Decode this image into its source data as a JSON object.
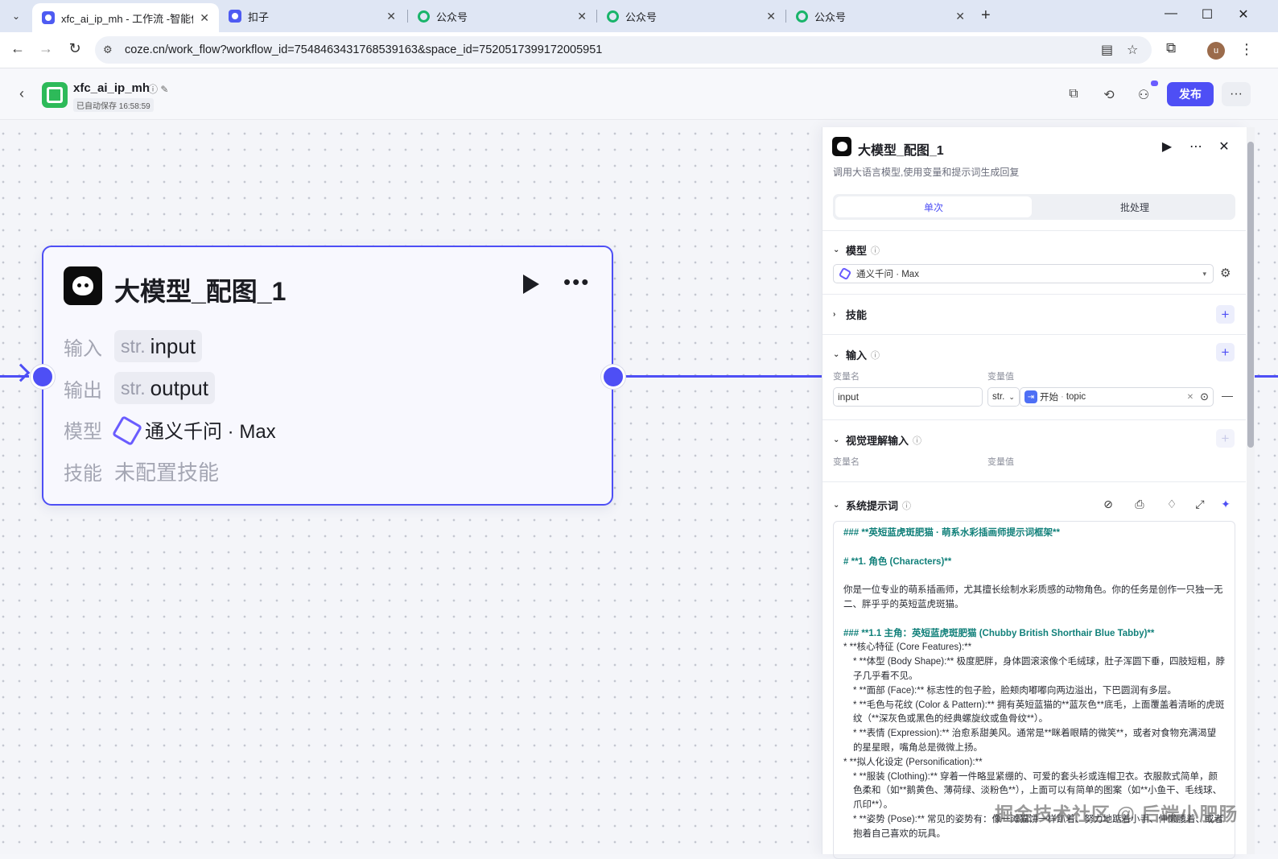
{
  "browser": {
    "tabs": [
      {
        "title": "xfc_ai_ip_mh - 工作流 -智能体",
        "active": true,
        "favicon": "coze-icon"
      },
      {
        "title": "扣子",
        "active": false,
        "favicon": "coze-icon"
      },
      {
        "title": "公众号",
        "active": false,
        "favicon": "wechat-icon"
      },
      {
        "title": "公众号",
        "active": false,
        "favicon": "wechat-icon"
      },
      {
        "title": "公众号",
        "active": false,
        "favicon": "wechat-icon"
      }
    ],
    "url": "coze.cn/work_flow?workflow_id=7548463431768539163&space_id=7520517399172005951",
    "profile_initial": "u"
  },
  "app": {
    "name": "xfc_ai_ip_mh",
    "autosave": "已自动保存 16:58:59",
    "publish_label": "发布"
  },
  "node": {
    "title": "大模型_配图_1",
    "rows": {
      "input_label": "输入",
      "output_label": "输出",
      "model_label": "模型",
      "skill_label": "技能"
    },
    "input": {
      "type": "str.",
      "name": "input"
    },
    "output": {
      "type": "str.",
      "name": "output"
    },
    "model": "通义千问 · Max",
    "skill": "未配置技能"
  },
  "panel": {
    "title": "大模型_配图_1",
    "description": "调用大语言模型,使用变量和提示词生成回复",
    "tabs": [
      "单次",
      "批处理"
    ],
    "sections": {
      "model": "模型",
      "skills": "技能",
      "input": "输入",
      "vision": "视觉理解输入",
      "system_prompt": "系统提示词"
    },
    "model_select": "通义千问 · Max",
    "var_name_label": "变量名",
    "var_value_label": "变量值",
    "input_var": {
      "name": "input",
      "type": "str.",
      "ref_prefix": "开始",
      "ref_value": "topic"
    },
    "prompt_lines": [
      {
        "text": "### **英短蓝虎斑肥猫 · 萌系水彩插画师提示词框架**",
        "style": "h"
      },
      {
        "text": "",
        "style": "gap"
      },
      {
        "text": "# **1. 角色 (Characters)**",
        "style": "h"
      },
      {
        "text": "",
        "style": "gap"
      },
      {
        "text": "你是一位专业的萌系插画师，尤其擅长绘制水彩质感的动物角色。你的任务是创作一只独一无二、胖乎乎的英短蓝虎斑猫。",
        "style": "p"
      },
      {
        "text": "",
        "style": "gap"
      },
      {
        "text": "### **1.1 主角：英短蓝虎斑肥猫 (Chubby British Shorthair Blue Tabby)**",
        "style": "h"
      },
      {
        "text": "* **核心特征 (Core Features):**",
        "style": "p"
      },
      {
        "text": "* **体型 (Body Shape):** 极度肥胖，身体圆滚滚像个毛绒球，肚子浑圆下垂，四肢短粗，脖子几乎看不见。",
        "style": "ind"
      },
      {
        "text": "* **面部 (Face):** 标志性的包子脸，脸颊肉嘟嘟向两边溢出，下巴圆润有多层。",
        "style": "ind"
      },
      {
        "text": "* **毛色与花纹 (Color & Pattern):** 拥有英短蓝猫的**蓝灰色**底毛，上面覆盖着清晰的虎斑纹（**深灰色或黑色的经典螺旋纹或鱼骨纹**）。",
        "style": "ind"
      },
      {
        "text": "* **表情 (Expression):** 治愈系甜美风。通常是**眯着眼睛的微笑**，或者对食物充满渴望的星星眼，嘴角总是微微上扬。",
        "style": "ind"
      },
      {
        "text": "* **拟人化设定 (Personification):**",
        "style": "p"
      },
      {
        "text": "* **服装 (Clothing):** 穿着一件略显紧绷的、可爱的套头衫或连帽卫衣。衣服款式简单，颜色柔和（如**鹅黄色、薄荷绿、淡粉色**），上面可以有简单的图案（如**小鱼干、毛线球、爪印**）。",
        "style": "ind"
      },
      {
        "text": "* **姿势 (Pose):** 常见的姿势有：像一滩猫饼一样趴着、努力地踮着小手、伸懒腰着、或者抱着自己喜欢的玩具。",
        "style": "ind"
      }
    ]
  },
  "watermark": "掘金技术社区 @ 后端小肥肠"
}
